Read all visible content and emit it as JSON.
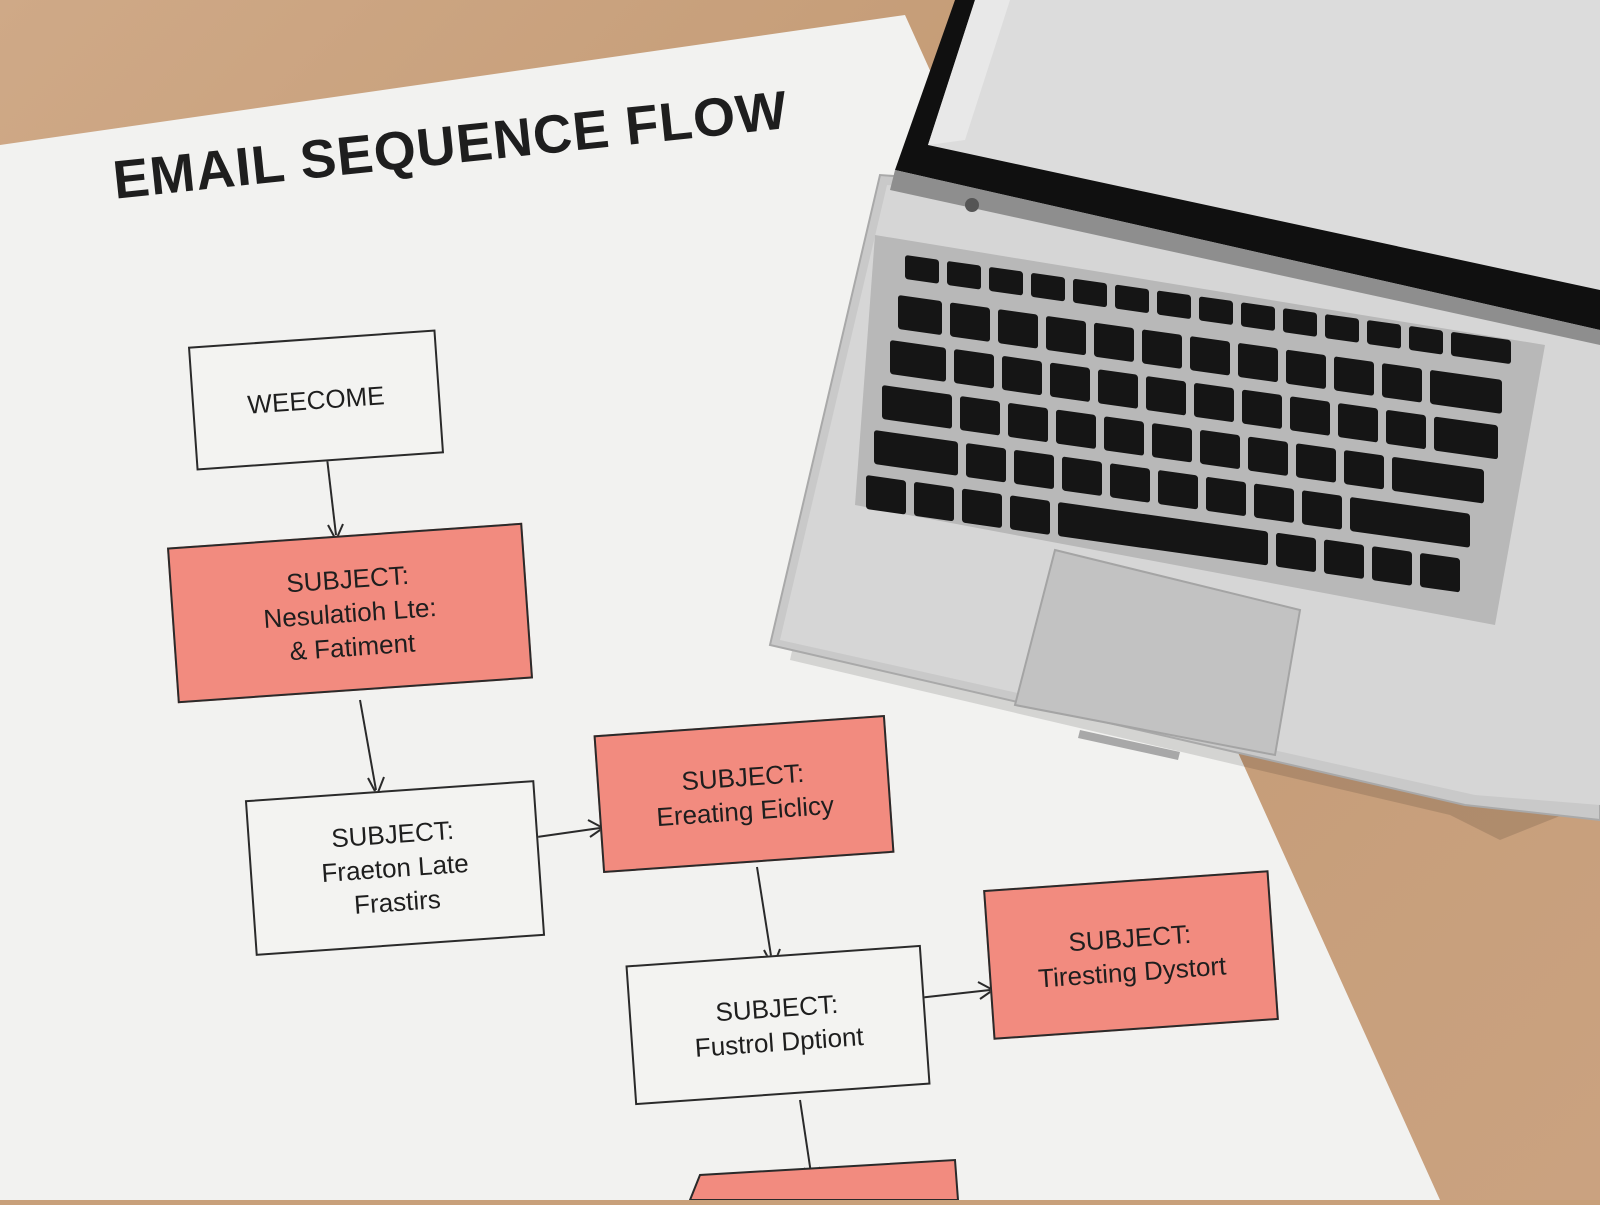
{
  "title": "EMAIL SEQUENCE FLOW",
  "boxes": [
    {
      "id": "welcome",
      "lines": [
        "WEECOME"
      ],
      "color": "white"
    },
    {
      "id": "box2",
      "lines": [
        "SUBJECT:",
        "Nesulatioh Lte:",
        "& Fatiment"
      ],
      "color": "pink"
    },
    {
      "id": "box3",
      "lines": [
        "SUBJECT:",
        "Fraeton Late",
        "Frastirs"
      ],
      "color": "white"
    },
    {
      "id": "box4",
      "lines": [
        "SUBJECT:",
        "Ereating Eiclicy"
      ],
      "color": "pink"
    },
    {
      "id": "box5",
      "lines": [
        "SUBJECT:",
        "Fustrol Dptiont"
      ],
      "color": "white"
    },
    {
      "id": "box6",
      "lines": [
        "SUBJECT:",
        "Tiresting Dystort"
      ],
      "color": "pink"
    }
  ],
  "colors": {
    "pink": "#f28b7f",
    "paper": "#f3f3f1",
    "desk": "#c8a07a"
  }
}
